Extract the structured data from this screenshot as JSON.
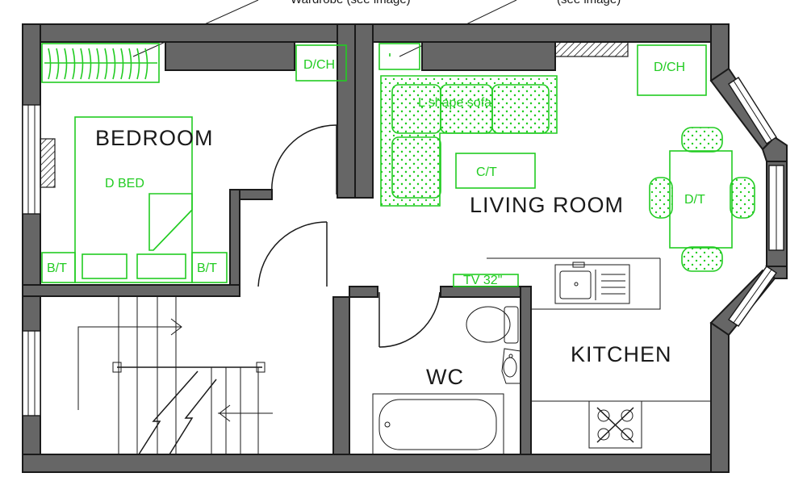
{
  "top_notes": {
    "left": "Wardrobe (see image)",
    "right": "(see image)"
  },
  "rooms": {
    "bedroom": "BEDROOM",
    "living": "LIVING ROOM",
    "kitchen": "KITCHEN",
    "wc": "WC"
  },
  "furniture": {
    "dch_bedroom": "D/CH",
    "dch_living": "D/CH",
    "double_bed": "D BED",
    "bedside_left": "B/T",
    "bedside_right": "B/T",
    "sofa": "L shape sofa",
    "coffee_table": "C/T",
    "dining_table": "D/T",
    "tv": "TV 32\""
  },
  "colors": {
    "wall": "#666666",
    "line": "#1a1a1a",
    "furniture": "#22cc22"
  }
}
